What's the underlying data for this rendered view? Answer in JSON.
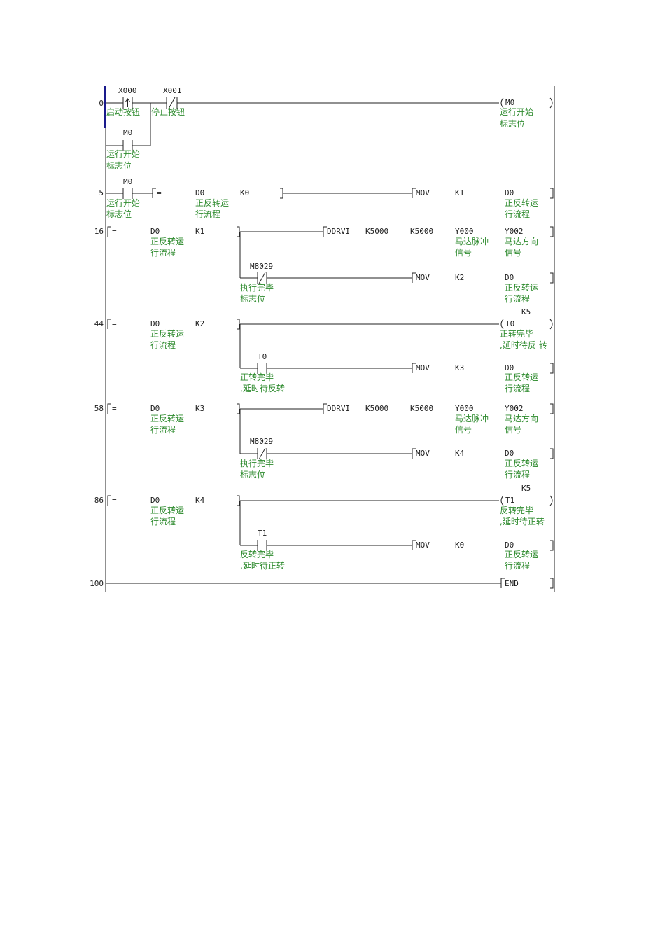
{
  "program": {
    "rungs": [
      {
        "step": "0",
        "contacts": [
          {
            "device": "X000",
            "comment": "启动按钮"
          },
          {
            "device": "X001",
            "comment": "停止按钮"
          },
          {
            "device": "M0",
            "comment1": "运行开始",
            "comment2": "标志位"
          }
        ],
        "output": {
          "device": "M0",
          "comment1": "运行开始",
          "comment2": "标志位"
        }
      },
      {
        "step": "5",
        "contact": {
          "device": "M0",
          "comment1": "运行开始",
          "comment2": "标志位"
        },
        "compare": {
          "op": "=",
          "s1": "D0",
          "s1_c1": "正反转运",
          "s1_c2": "行流程",
          "s2": "K0"
        },
        "instr": {
          "name": "MOV",
          "s": "K1",
          "d": "D0",
          "d_c1": "正反转运",
          "d_c2": "行流程"
        }
      },
      {
        "step": "16",
        "compare": {
          "op": "=",
          "s1": "D0",
          "s1_c1": "正反转运",
          "s1_c2": "行流程",
          "s2": "K1"
        },
        "instr": {
          "name": "DDRVI",
          "p1": "K5000",
          "p2": "K5000",
          "p3": "Y000",
          "p3_c1": "马达脉冲",
          "p3_c2": "信号",
          "p4": "Y002",
          "p4_c1": "马达方向",
          "p4_c2": "信号"
        },
        "branch_contact": {
          "device": "M8029",
          "comment1": "执行完毕",
          "comment2": "标志位"
        },
        "branch_instr": {
          "name": "MOV",
          "s": "K2",
          "d": "D0",
          "d_c1": "正反转运",
          "d_c2": "行流程"
        }
      },
      {
        "step": "44",
        "compare": {
          "op": "=",
          "s1": "D0",
          "s1_c1": "正反转运",
          "s1_c2": "行流程",
          "s2": "K2"
        },
        "timer": {
          "device": "T0",
          "k": "K5",
          "c1": "正转完毕",
          "c2": ",延时待反 转"
        },
        "branch_contact": {
          "device": "T0",
          "comment1": "正转完毕",
          "comment2": ",延时待反转"
        },
        "branch_instr": {
          "name": "MOV",
          "s": "K3",
          "d": "D0",
          "d_c1": "正反转运",
          "d_c2": "行流程"
        }
      },
      {
        "step": "58",
        "compare": {
          "op": "=",
          "s1": "D0",
          "s1_c1": "正反转运",
          "s1_c2": "行流程",
          "s2": "K3"
        },
        "instr": {
          "name": "DDRVI",
          "p1": "K5000",
          "p2": "K5000",
          "p3": "Y000",
          "p3_c1": "马达脉冲",
          "p3_c2": "信号",
          "p4": "Y002",
          "p4_c1": "马达方向",
          "p4_c2": "信号"
        },
        "branch_contact": {
          "device": "M8029",
          "comment1": "执行完毕",
          "comment2": "标志位"
        },
        "branch_instr": {
          "name": "MOV",
          "s": "K4",
          "d": "D0",
          "d_c1": "正反转运",
          "d_c2": "行流程"
        }
      },
      {
        "step": "86",
        "compare": {
          "op": "=",
          "s1": "D0",
          "s1_c1": "正反转运",
          "s1_c2": "行流程",
          "s2": "K4"
        },
        "timer": {
          "device": "T1",
          "k": "K5",
          "c1": "反转完毕",
          "c2": ",延时待正转"
        },
        "branch_contact": {
          "device": "T1",
          "comment1": "反转完毕",
          "comment2": ",延时待正转"
        },
        "branch_instr": {
          "name": "MOV",
          "s": "K0",
          "d": "D0",
          "d_c1": "正反转运",
          "d_c2": "行流程"
        }
      },
      {
        "step": "100",
        "instr": {
          "name": "END"
        }
      }
    ]
  }
}
